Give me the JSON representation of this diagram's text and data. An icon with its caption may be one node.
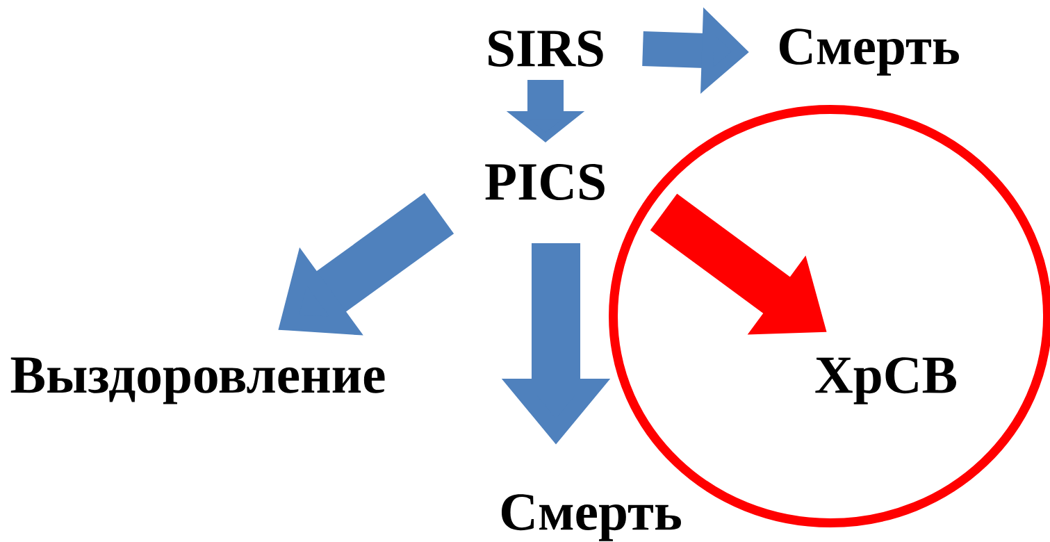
{
  "diagram": {
    "nodes": [
      {
        "text": [
          "SIRS"
        ]
      },
      {
        "text": [
          "Смерть"
        ]
      },
      {
        "text": [
          "PICS"
        ]
      },
      {
        "text": [
          "Выздоровление"
        ]
      },
      {
        "text": [
          "Смерть"
        ]
      },
      {
        "text": [],
        "shape": "circle"
      },
      {
        "text": [
          "ХрСВ"
        ],
        "in": 5
      }
    ],
    "edges": [
      {
        "from": 0,
        "to": 1,
        "arrow": "to"
      },
      {
        "from": 0,
        "to": 2,
        "arrow": "to"
      },
      {
        "from": 2,
        "to": 3,
        "arrow": "to"
      },
      {
        "from": 2,
        "to": 4,
        "arrow": "to"
      },
      {
        "from": 2,
        "to": 6,
        "arrow": "to",
        "color": "#ff0000"
      }
    ]
  }
}
